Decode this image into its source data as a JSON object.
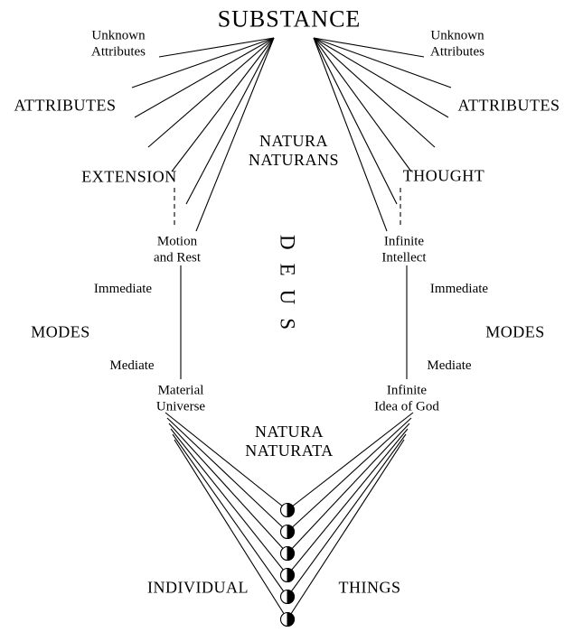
{
  "colors": {
    "ink": "#000000",
    "background": "#ffffff"
  },
  "icons": {
    "individual_thing_node": "half-filled-circle"
  },
  "labels": {
    "substance": "SUBSTANCE",
    "natura_naturans": [
      "NATURA",
      "NATURANS"
    ],
    "natura_naturata": [
      "NATURA",
      "NATURATA"
    ],
    "deus": "DEUS",
    "individual": "INDIVIDUAL",
    "things": "THINGS",
    "left": {
      "unknown_attributes": [
        "Unknown",
        "Attributes"
      ],
      "attributes": "ATTRIBUTES",
      "extension": "EXTENSION",
      "motion_and_rest": [
        "Motion",
        "and Rest"
      ],
      "immediate": "Immediate",
      "modes": "MODES",
      "mediate": "Mediate",
      "material_universe": [
        "Material",
        "Universe"
      ]
    },
    "right": {
      "unknown_attributes": [
        "Unknown",
        "Attributes"
      ],
      "attributes": "ATTRIBUTES",
      "thought": "THOUGHT",
      "infinite_intellect": [
        "Infinite",
        "Intellect"
      ],
      "immediate": "Immediate",
      "modes": "MODES",
      "mediate": "Mediate",
      "infinite_idea_of_god": [
        "Infinite",
        "Idea of God"
      ]
    }
  }
}
